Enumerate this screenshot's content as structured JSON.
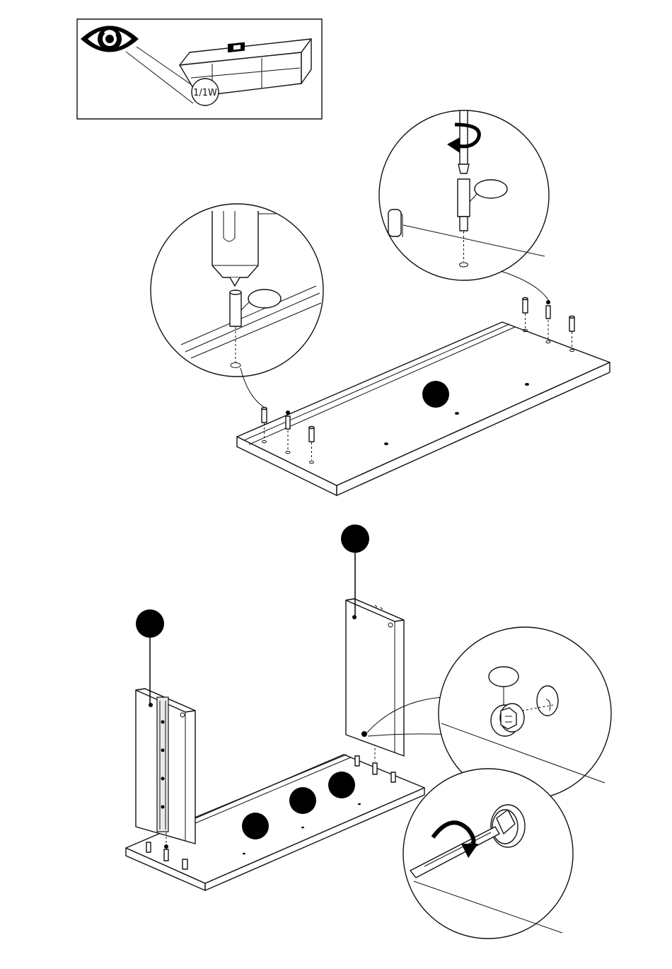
{
  "header_box": {
    "icon": "eye-icon",
    "reference_label": "1/1W"
  },
  "step_a": {
    "zoom_left": {
      "callout_label": "",
      "tool": "screwdriver-icon",
      "part": "wooden-dowel"
    },
    "zoom_right": {
      "callout_label": "",
      "tool": "screwdriver-icon",
      "part": "cam-bolt",
      "rotation": "clockwise-arrow-icon"
    },
    "panel_marker": ""
  },
  "step_b": {
    "left_panel_marker": "",
    "right_panel_marker": "",
    "base_markers": [
      "",
      "",
      ""
    ],
    "zoom_cam": {
      "callout_label": "",
      "part": "cam-lock"
    },
    "zoom_turn": {
      "part": "cam-lock",
      "rotation": "clockwise-arrow-icon"
    }
  },
  "colors": {
    "ink": "#111111",
    "marker": "#000000",
    "paper": "#ffffff"
  }
}
